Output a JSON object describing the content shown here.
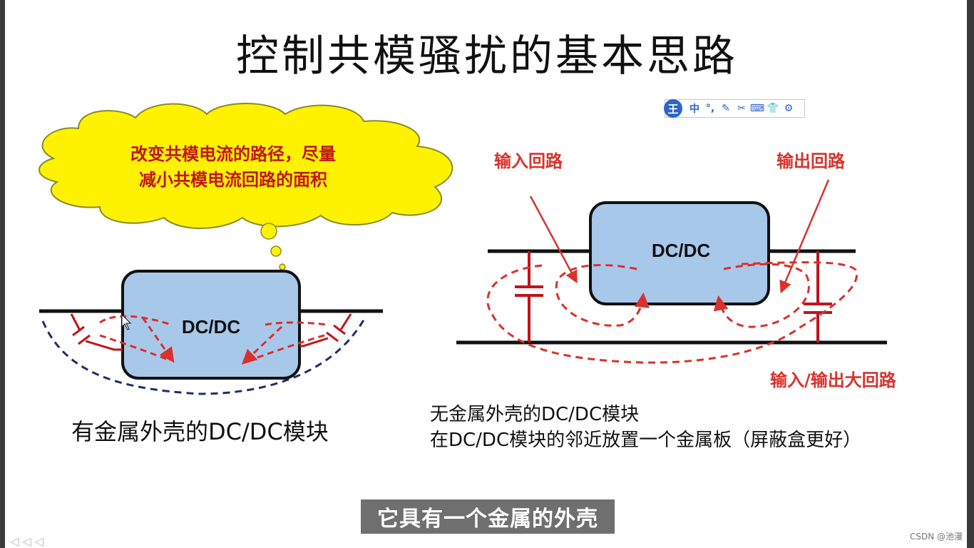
{
  "slide": {
    "title": "控制共模骚扰的基本思路",
    "cloud_note_line1": "改变共模电流的路径，尽量",
    "cloud_note_line2": "减小共模电流回路的面积",
    "left_module_label": "DC/DC",
    "left_caption": "有金属外壳的DC/DC模块",
    "right_module_label": "DC/DC",
    "input_loop_label": "输入回路",
    "output_loop_label": "输出回路",
    "big_loop_label": "输入/输出大回路",
    "right_caption_line1": "无金属外壳的DC/DC模块",
    "right_caption_line2": "在DC/DC模块的邻近放置一个金属板（屏蔽盒更好）"
  },
  "video": {
    "subtitle": "它具有一个金属的外壳",
    "watermark": "CSDN @池漫"
  },
  "ime_toolbar": {
    "logo": "王",
    "mode": "中",
    "items": [
      "°,",
      "✎",
      "✂",
      "⌨",
      "👕",
      "⚙"
    ]
  },
  "colors": {
    "module_fill": "#a8c8ea",
    "loop_red": "#d9312b",
    "shield_blue": "#1f2d6b",
    "cloud_yellow": "#fff200"
  }
}
